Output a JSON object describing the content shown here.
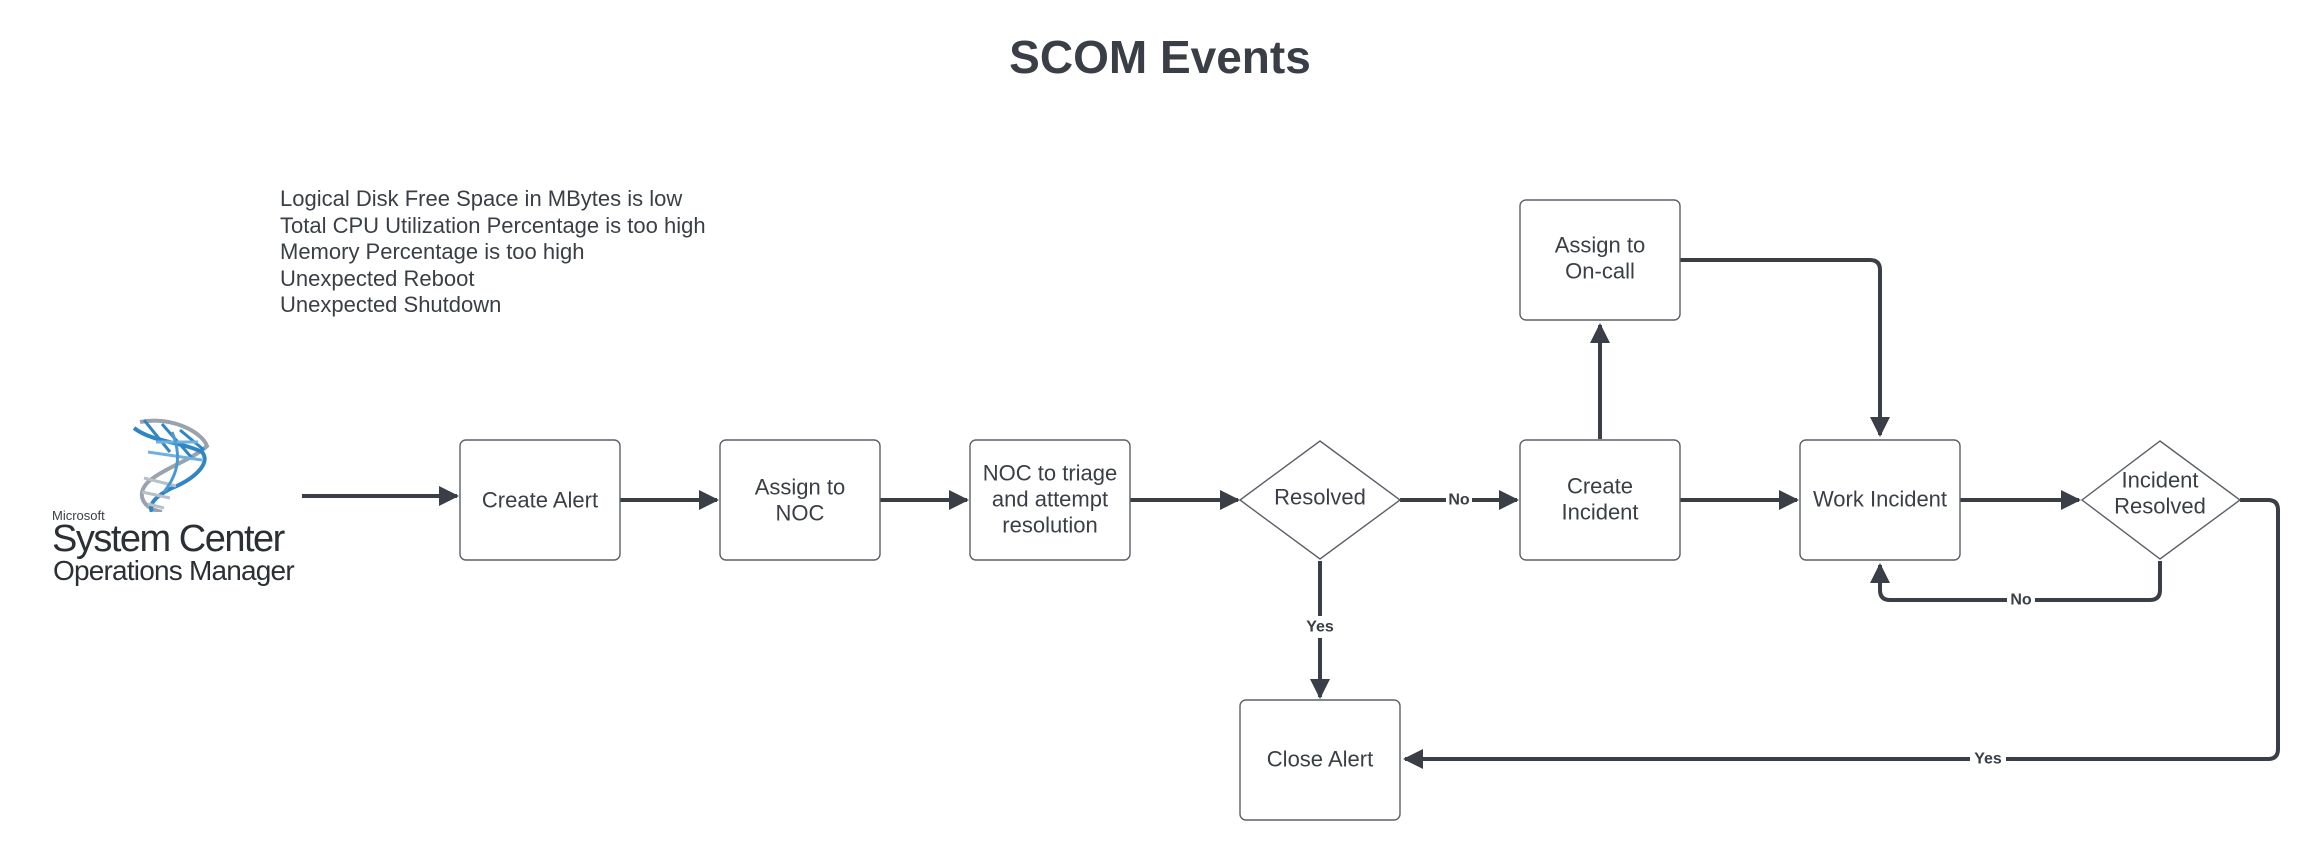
{
  "title": "SCOM Events",
  "events": [
    "Logical Disk Free Space in MBytes is low",
    "Total CPU Utilization Percentage is too high",
    "Memory Percentage is too high",
    "Unexpected Reboot",
    "Unexpected Shutdown"
  ],
  "logo": {
    "brand": "Microsoft",
    "product": "System Center",
    "subtitle": "Operations Manager"
  },
  "nodes": {
    "create_alert": [
      "Create Alert"
    ],
    "assign_noc": [
      "Assign to",
      "NOC"
    ],
    "noc_triage": [
      "NOC to triage",
      "and attempt",
      "resolution"
    ],
    "resolved": [
      "Resolved"
    ],
    "create_incident": [
      "Create",
      "Incident"
    ],
    "assign_oncall": [
      "Assign to",
      "On-call"
    ],
    "work_incident": [
      "Work Incident"
    ],
    "incident_resolved": [
      "Incident",
      "Resolved"
    ],
    "close_alert": [
      "Close Alert"
    ]
  },
  "edge_labels": {
    "resolved_no": "No",
    "resolved_yes": "Yes",
    "incident_no": "No",
    "incident_yes": "Yes"
  },
  "colors": {
    "text": "#3a3f47",
    "edge": "#3a3f47",
    "node_border": "#5b6068",
    "logo_blue": "#2f86c4",
    "logo_gray": "#9aa3ad"
  }
}
